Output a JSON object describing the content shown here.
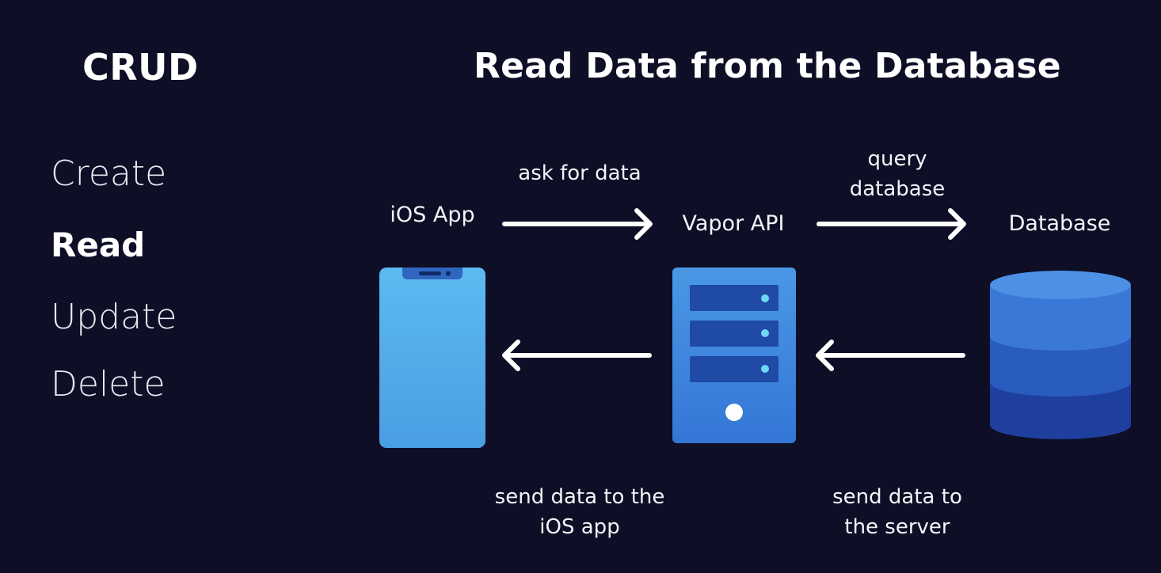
{
  "sidebar": {
    "title": "CRUD",
    "items": [
      {
        "label": "Create",
        "active": false
      },
      {
        "label": "Read",
        "active": true
      },
      {
        "label": "Update",
        "active": false
      },
      {
        "label": "Delete",
        "active": false
      }
    ]
  },
  "main": {
    "title": "Read Data from the Database",
    "nodes": {
      "ios": {
        "label": "iOS App",
        "icon": "phone-icon"
      },
      "api": {
        "label": "Vapor API",
        "icon": "server-icon"
      },
      "db": {
        "label": "Database",
        "icon": "database-icon"
      }
    },
    "edges": {
      "ask": "ask for data",
      "query_line1": "query",
      "query_line2": "database",
      "send_ios_line1": "send data to the",
      "send_ios_line2": "iOS app",
      "send_server_line1": "send data to",
      "send_server_line2": "the server"
    }
  },
  "colors": {
    "background": "#0e0e26",
    "text": "#ffffff",
    "phone": "#5bb4ee",
    "server": "#3f8be0",
    "database_top": "#4a8ee4",
    "database_bottom": "#1f3f9c"
  }
}
